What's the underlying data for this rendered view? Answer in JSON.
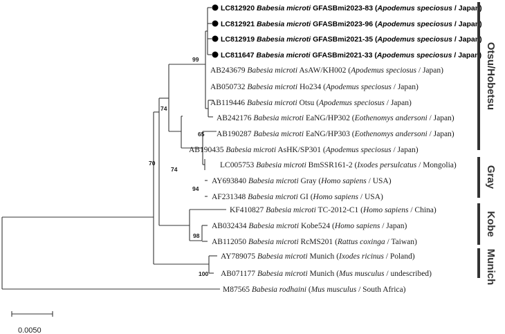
{
  "tree": {
    "leaves": [
      {
        "acc": "LC812920",
        "sp": "Babesia microti",
        "strain": "GFASBmi2023-83",
        "host": "Apodemus speciosus",
        "country": "Japan",
        "highlight": true
      },
      {
        "acc": "LC812921",
        "sp": "Babesia microti",
        "strain": "GFASBmi2023-96",
        "host": "Apodemus speciosus",
        "country": "Japan",
        "highlight": true
      },
      {
        "acc": "LC812919",
        "sp": "Babesia microti",
        "strain": "GFASBmi2021-35",
        "host": "Apodemus speciosus",
        "country": "Japan",
        "highlight": true
      },
      {
        "acc": "LC811647",
        "sp": "Babesia microti",
        "strain": "GFASBmi2021-33",
        "host": "Apodemus speciosus",
        "country": "Japan",
        "highlight": true
      },
      {
        "acc": "AB243679",
        "sp": "Babesia microti",
        "strain": "AsAW/KH002",
        "host": "Apodemus speciosus",
        "country": "Japan",
        "highlight": false
      },
      {
        "acc": "AB050732",
        "sp": "Babesia microti",
        "strain": "Ho234",
        "host": "Apodemus speciosus",
        "country": "Japan",
        "highlight": false
      },
      {
        "acc": "AB119446",
        "sp": "Babesia microti",
        "strain": "Otsu",
        "host": "Apodemus speciosus",
        "country": "Japan",
        "highlight": false
      },
      {
        "acc": "AB242176",
        "sp": "Babesia microti",
        "strain": "EaNG/HP302",
        "host": "Eothenomys andersoni",
        "country": "Japan",
        "highlight": false
      },
      {
        "acc": "AB190287",
        "sp": "Babesia microti",
        "strain": "EaNG/HP303",
        "host": "Eothenomys andersoni",
        "country": "Japan",
        "highlight": false
      },
      {
        "acc": "AB190435",
        "sp": "Babesia microti",
        "strain": "AsHK/SP301",
        "host": "Apodemus speciosus",
        "country": "Japan",
        "highlight": false
      },
      {
        "acc": "LC005753",
        "sp": "Babesia microti",
        "strain": "BmSSR161-2",
        "host": "Ixodes persulcatus",
        "country": "Mongolia",
        "highlight": false
      },
      {
        "acc": "AY693840",
        "sp": "Babesia microti",
        "strain": "Gray",
        "host": "Homo sapiens",
        "country": "USA",
        "highlight": false
      },
      {
        "acc": "AF231348",
        "sp": "Babesia microti",
        "strain": "GI",
        "host": "Homo sapiens",
        "country": "USA",
        "highlight": false
      },
      {
        "acc": "KF410827",
        "sp": "Babesia microti",
        "strain": "TC-2012-C1",
        "host": "Homo sapiens",
        "country": "China",
        "highlight": false
      },
      {
        "acc": "AB032434",
        "sp": "Babesia microti",
        "strain": "Kobe524",
        "host": "Homo sapiens",
        "country": "Japan",
        "highlight": false
      },
      {
        "acc": "AB112050",
        "sp": "Babesia microti",
        "strain": "RcMS201",
        "host": "Rattus coxinga",
        "country": "Taiwan",
        "highlight": false
      },
      {
        "acc": "AY789075",
        "sp": "Babesia microti",
        "strain": "Munich",
        "host": "Ixodes ricinus",
        "country": "Poland",
        "highlight": false
      },
      {
        "acc": "AB071177",
        "sp": "Babesia microti",
        "strain": "Munich",
        "host": "Mus musculus",
        "country": "undescribed",
        "highlight": false
      },
      {
        "acc": "M87565",
        "sp": "Babesia rodhaini",
        "strain": "",
        "host": "Mus musculus",
        "country": "South Africa",
        "highlight": false
      }
    ],
    "bootstrap": [
      "99",
      "74",
      "65",
      "74",
      "94",
      "70",
      "98",
      "100"
    ],
    "clades": [
      "Otsu/Hobetsu",
      "Gray",
      "Kobe",
      "Munich"
    ],
    "scale_label": "0.0050"
  }
}
